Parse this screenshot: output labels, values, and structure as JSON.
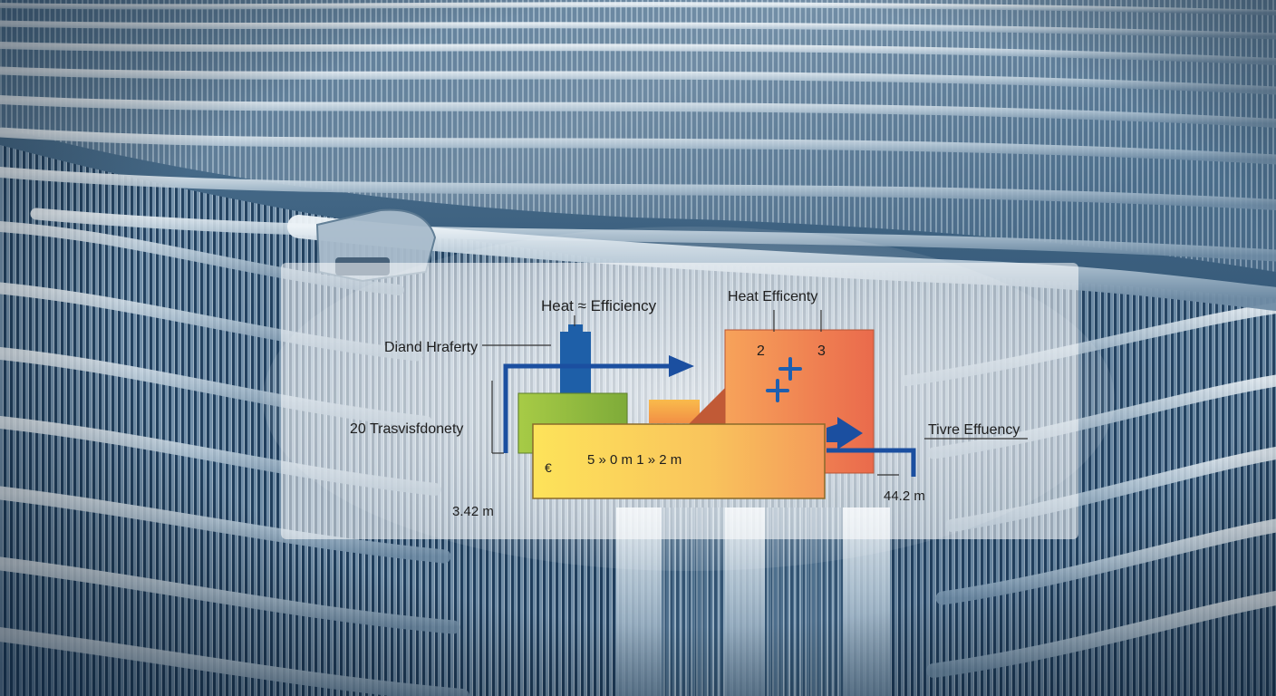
{
  "diagram": {
    "labels": {
      "heat_efficiency_left": "Heat ≈ Efficiency",
      "heat_efficiency_right": "Heat Efficenty",
      "diand_hraferty": "Diand Hraferty",
      "transfer_20": "20 Trasvisfdonety",
      "tire_efficiency": "Tivre Effuency",
      "measure_left": "3.42 m",
      "measure_right": "44.2 m"
    },
    "orange_block": {
      "number_left": "2",
      "number_right": "3"
    },
    "yellow_block": {
      "icon_text": "€",
      "dimension_text": "5 » 0 m  1 » 2 m"
    }
  },
  "colors": {
    "blue_block": "#1e5fa8",
    "arrow_blue": "#1b4fa0",
    "green_block": "#8db83c",
    "orange_block": "#ef7a4a",
    "yellow_block": "#f7c85a",
    "plus_blue": "#1e5fb0",
    "panel_white": "#ffffff"
  }
}
